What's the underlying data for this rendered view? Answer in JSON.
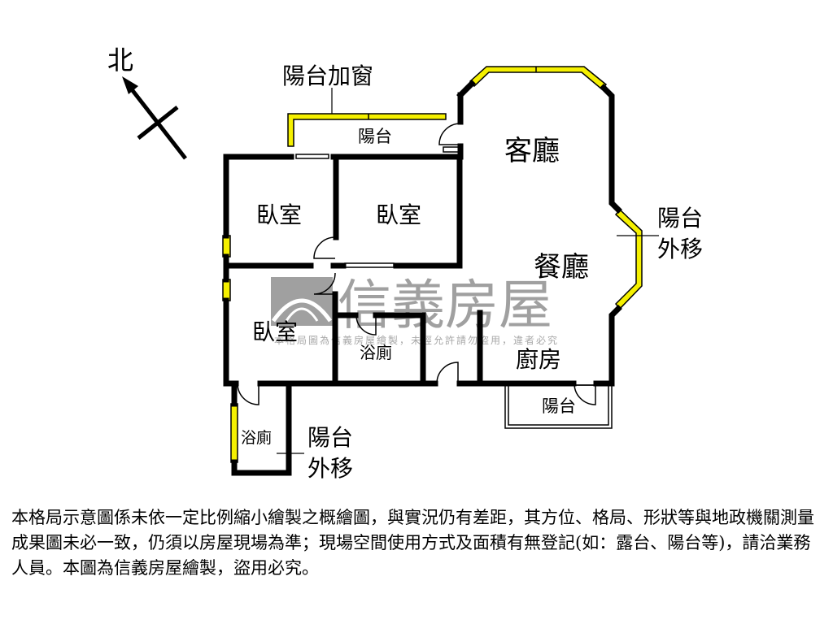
{
  "compass": {
    "label": "北"
  },
  "rooms": {
    "balcony_window": "陽台加窗",
    "balcony_top": "陽台",
    "living_room": "客廳",
    "bedroom_1": "臥室",
    "bedroom_2": "臥室",
    "bedroom_3": "臥室",
    "dining_room": "餐廳",
    "bathroom_1": "浴廁",
    "bathroom_2": "浴廁",
    "kitchen": "廚房",
    "balcony_kitchen": "陽台",
    "balcony_moved_right": [
      "陽台",
      "外移"
    ],
    "balcony_moved_bottom": [
      "陽台",
      "外移"
    ]
  },
  "watermark": {
    "brand": "信義房屋",
    "notice": "本格局圖為信義房屋繪製，未經允許請勿盜用，違者必究"
  },
  "colors": {
    "wall": "#000000",
    "window": "#f5f000",
    "watermark": "#a0a0a0"
  },
  "disclaimer": "本格局示意圖係未依一定比例縮小繪製之概繪圖，與實況仍有差距，其方位、格局、形狀等與地政機關測量成果圖未必一致，仍須以房屋現場為準；現場空間使用方式及面積有無登記(如：露台、陽台等)，請洽業務人員。本圖為信義房屋繪製，盜用必究。"
}
